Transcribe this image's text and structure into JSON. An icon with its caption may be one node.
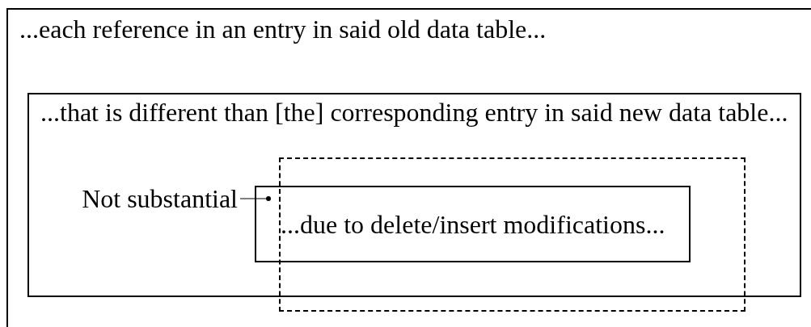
{
  "diagram": {
    "nodes": [
      {
        "text": [
          "...each reference in an entry in said old data table..."
        ]
      },
      {
        "text": [
          "...that is different than [the] corresponding entry in said new data table..."
        ],
        "in": 0
      },
      {
        "text": [],
        "shape": "box",
        "in": 0
      },
      {
        "text": [
          "Not substantial"
        ],
        "in": 1
      },
      {
        "text": [
          "...due to delete/insert modifications..."
        ],
        "in": 1
      }
    ],
    "edges": [
      {
        "from": 3,
        "to": 4,
        "arrow": "other"
      }
    ]
  }
}
